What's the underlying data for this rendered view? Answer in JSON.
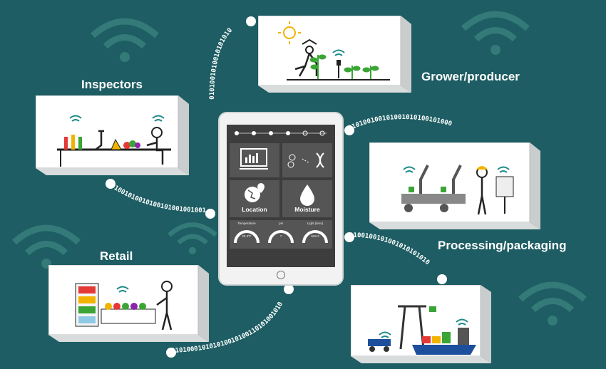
{
  "labels": {
    "inspectors": "Inspectors",
    "grower": "Grower/producer",
    "processing": "Processing/packaging",
    "retail": "Retail"
  },
  "tablet": {
    "location_label": "Location",
    "moisture_label": "Moisture",
    "gauges": [
      {
        "label": "Temperature",
        "value": "25.3ºF"
      },
      {
        "label": "pH",
        "value": "7"
      },
      {
        "label": "Light (lens)",
        "value": "628.3"
      }
    ]
  },
  "binary_strings": {
    "grower_arc": "0101001010010101010",
    "right_top": "010100100101001010100101000",
    "left_mid": "01001010010100101001001001",
    "right_bottom": "0100100101001010101010",
    "bottom": "010100010101010010100110101001010"
  },
  "colors": {
    "background": "#1d5d63",
    "box_fill": "#ffffff",
    "box_shade": "#d9dcdc",
    "accent_green": "#3aa535",
    "wifi_teal": "#1f8a8a"
  }
}
